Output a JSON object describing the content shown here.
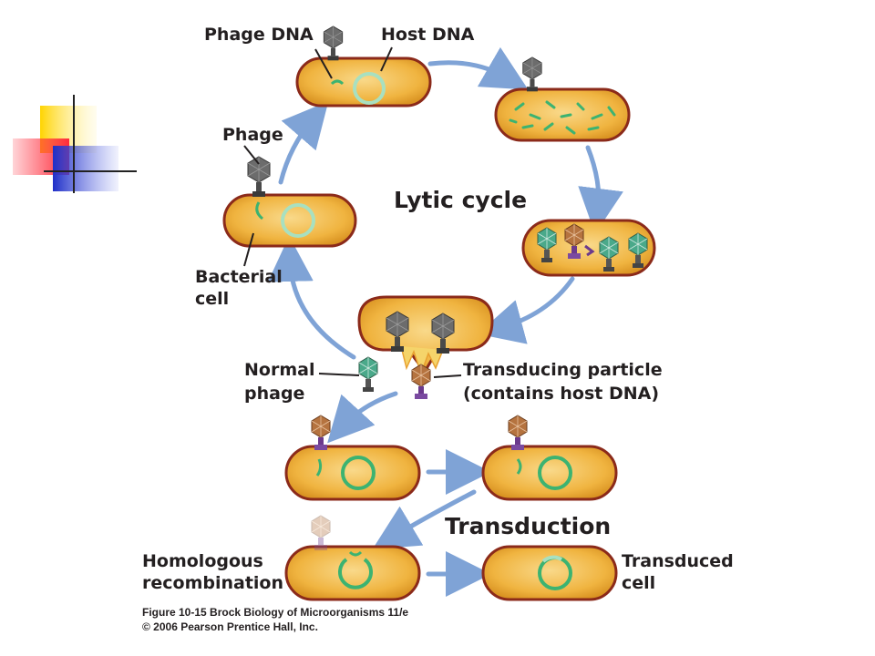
{
  "labels": {
    "phage_dna": "Phage DNA",
    "host_dna": "Host DNA",
    "phage": "Phage",
    "bacterial_cell_1": "Bacterial",
    "bacterial_cell_2": "cell",
    "lytic_cycle": "Lytic cycle",
    "normal_phage_1": "Normal",
    "normal_phage_2": "phage",
    "transducing_particle_1": "Transducing particle",
    "transducing_particle_2": "(contains host DNA)",
    "transduction": "Transduction",
    "homologous_1": "Homologous",
    "homologous_2": "recombination",
    "transduced_1": "Transduced",
    "transduced_2": "cell"
  },
  "caption": {
    "line1": "Figure 10-15  Brock Biology of Microorganisms 11/e",
    "line2": "© 2006 Pearson Prentice Hall, Inc."
  },
  "colors": {
    "cell_fill": "#f0b440",
    "cell_inner": "#f7cf6e",
    "cell_stroke": "#8b2a1a",
    "dna_green": "#3cb371",
    "arrow": "#7fa3d6",
    "phage_gray": "#5a5a5a",
    "phage_brown": "#a0613a",
    "transducing_purple": "#6b3a8c"
  }
}
